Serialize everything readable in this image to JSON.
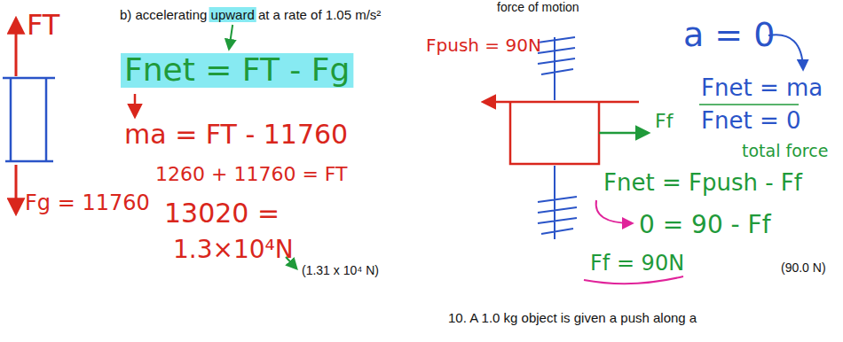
{
  "diagram": {
    "labels": [
      "force of motion",
      "b) accelerating upward at a rate of 1.05 m/s²",
      "FT",
      "Fpush = 90N",
      "a = 0",
      "Fnet = FT - Fg",
      "Ff",
      "Fnet = ma",
      "Fnet = 0",
      "total force",
      "ma = FT - 11760",
      "Fnet = Fpush - Ff",
      "Fg = 11760",
      "1260 + 11760 = FT",
      "0 = 90 - Ff",
      "13020 =",
      "Ff = 90N",
      "(90.0 N)",
      "1.3×10⁴N",
      "(1.31 x 10⁴ N)",
      "10. A 1.0 kg object is given a push along a"
    ]
  }
}
